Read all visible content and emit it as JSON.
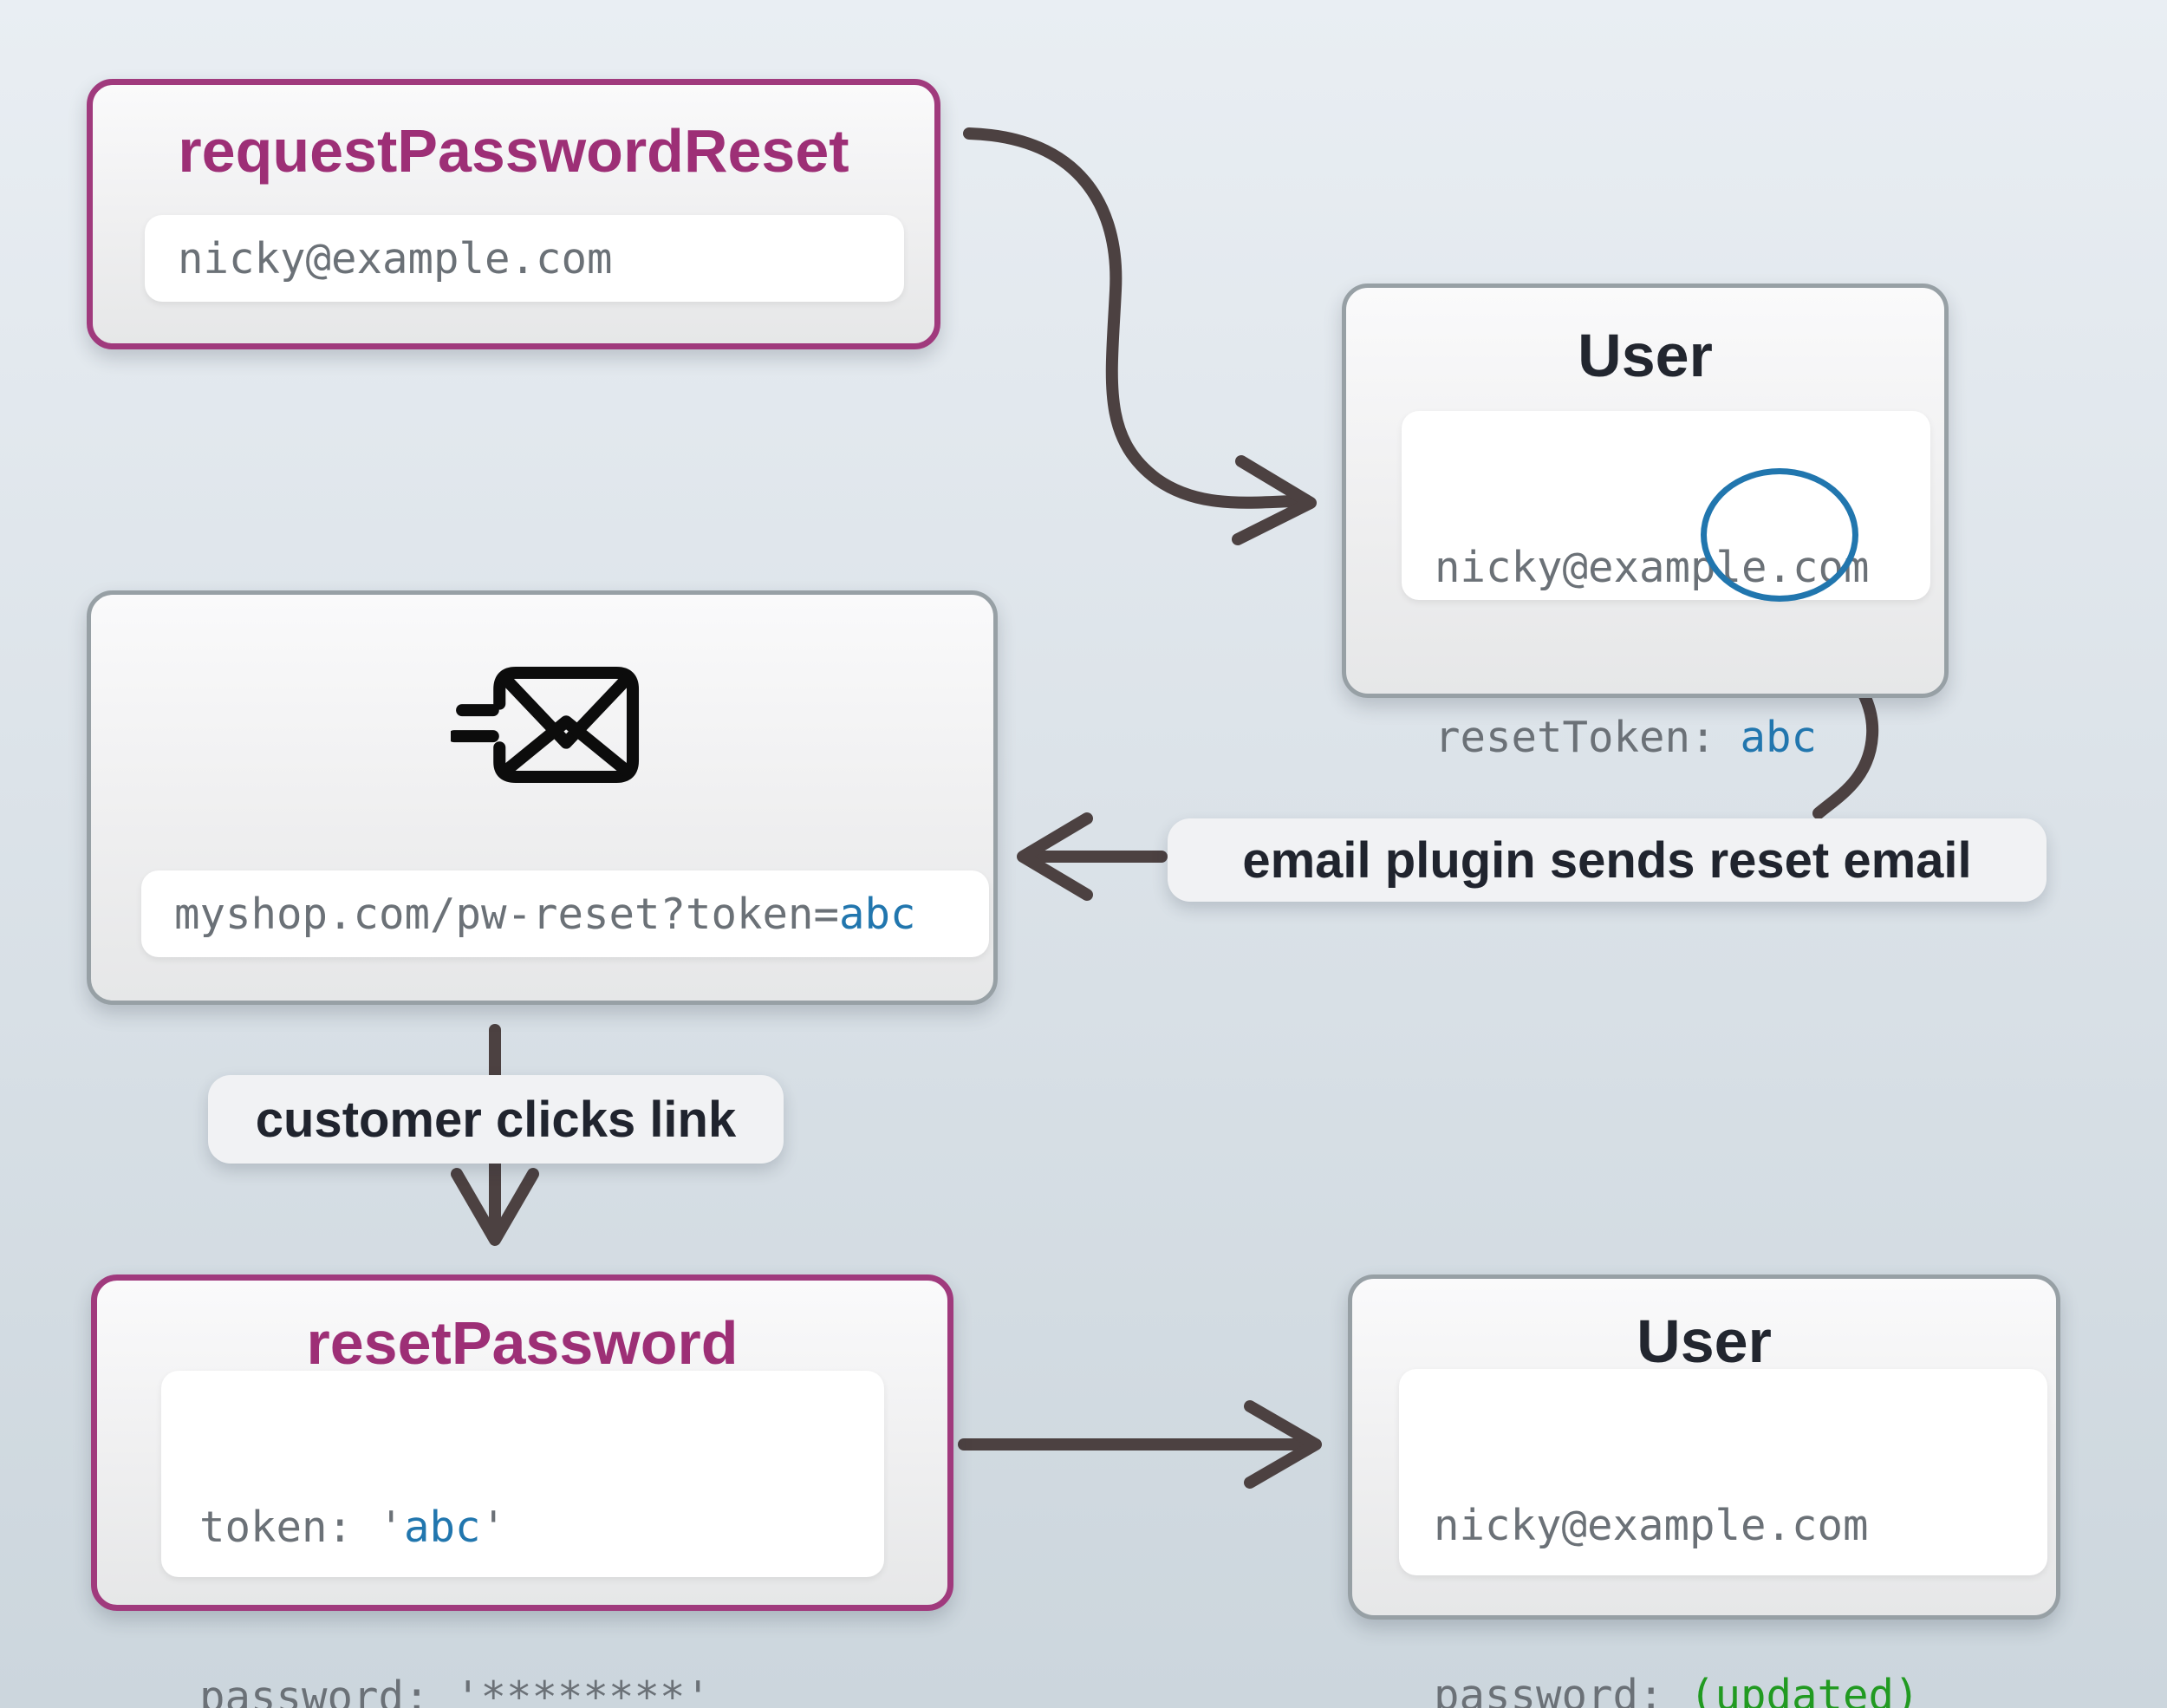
{
  "nodes": {
    "request_password_reset": {
      "title": "requestPasswordReset",
      "email": "nicky@example.com"
    },
    "user_top": {
      "title": "User",
      "email": "nicky@example.com",
      "reset_token_label": "resetToken:",
      "reset_token_value": "abc"
    },
    "email_message": {
      "url_prefix": "myshop.com/pw-reset?token=",
      "url_token": "abc"
    },
    "reset_password": {
      "title": "resetPassword",
      "token_prefix": "token: '",
      "token_value": "abc",
      "token_suffix": "'",
      "password_line": "password: '********'"
    },
    "user_bottom": {
      "title": "User",
      "email": "nicky@example.com",
      "password_label": "password: ",
      "password_value": "(updated)"
    }
  },
  "annotations": {
    "email_plugin": "email plugin sends reset email",
    "customer_clicks": "customer clicks link"
  },
  "icons": {
    "email": "send-email-icon"
  },
  "colors": {
    "accent_purple_border": "#a03a7d",
    "accent_purple_text": "#9d2f76",
    "accent_blue": "#2176ae",
    "success_green": "#219a21",
    "arrow": "#4c4141",
    "code_gray": "#6b7177",
    "heading_dark": "#20242e",
    "gray_border": "#97a0a5"
  }
}
